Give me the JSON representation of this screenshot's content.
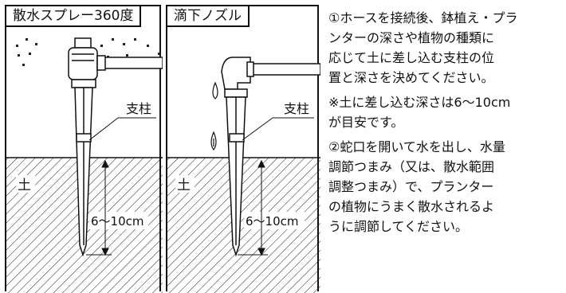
{
  "panels": [
    {
      "tab_label": "散水スプレー360度",
      "post_label": "支柱",
      "soil_label": "土",
      "depth_label": "6〜10cm"
    },
    {
      "tab_label": "滴下ノズル",
      "post_label": "支柱",
      "soil_label": "土",
      "depth_label": "6〜10cm"
    }
  ],
  "instructions": {
    "step1_lines": [
      "①ホースを接続後、鉢植え・プラ",
      "ンターの深さや植物の種類に",
      "応じて土に差し込む支柱の位",
      "置と深さを決めてください。"
    ],
    "note_lines": [
      "※土に差し込む深さは6〜10cm",
      "が目安です。"
    ],
    "step2_lines": [
      "②蛇口を開いて水を出し、水量",
      "調節つまみ（又は、散水範囲",
      "調整つまみ）で、プランター",
      "の植物にうまく散水されるよ",
      "うに調節してください。"
    ]
  }
}
